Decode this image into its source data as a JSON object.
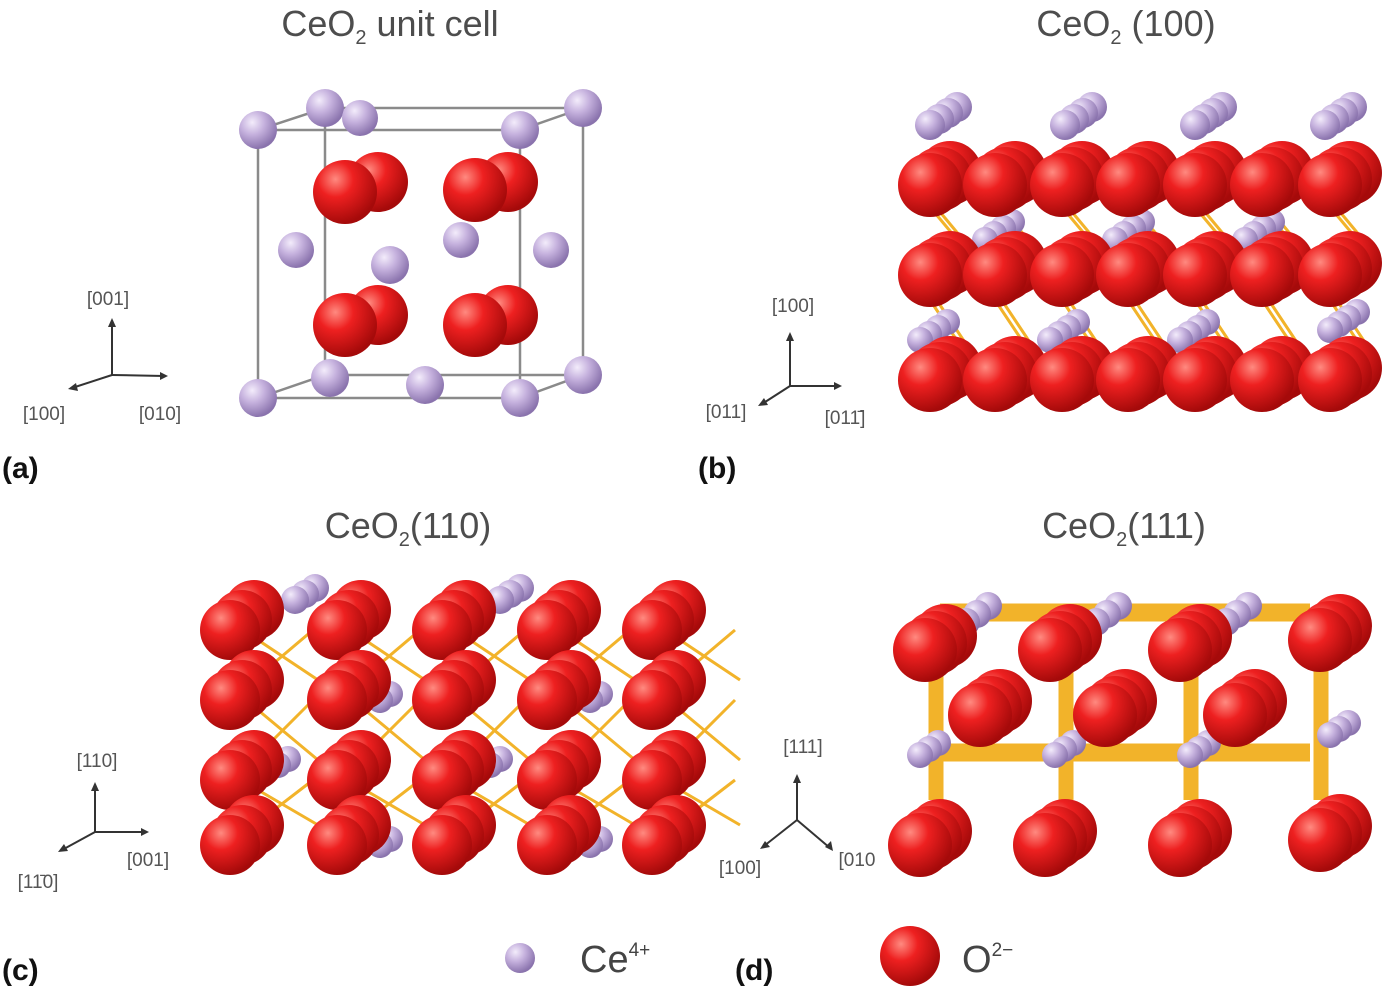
{
  "panels": [
    {
      "id": "a",
      "label": "(a)",
      "title_main": "CeO",
      "title_sub": "2",
      "title_rest": " unit cell",
      "axes": {
        "up": "[001]",
        "left": "[100]",
        "right": "[010]"
      }
    },
    {
      "id": "b",
      "label": "(b)",
      "title_main": "CeO",
      "title_sub": "2",
      "title_rest": " (100)",
      "axes": {
        "up": "[100]",
        "left": "[011]",
        "right": "[011̄]"
      }
    },
    {
      "id": "c",
      "label": "(c)",
      "title_main": "CeO",
      "title_sub": "2",
      "title_rest": "(110)",
      "axes": {
        "up": "[110]",
        "left": "[11̄0]",
        "right": "[001]"
      }
    },
    {
      "id": "d",
      "label": "(d)",
      "title_main": "CeO",
      "title_sub": "2",
      "title_rest": "(111)",
      "axes": {
        "up": "[111]",
        "left": "[100]",
        "right": "[010"
      }
    }
  ],
  "legend": {
    "ce": {
      "base": "Ce",
      "sup": "4+",
      "color": "#b9a2d6"
    },
    "o": {
      "base": "O",
      "sup": "2−",
      "color": "#e01818"
    }
  },
  "colors": {
    "cerium": "#b9a2d6",
    "oxygen": "#e01818",
    "bond": "#f2b32a"
  }
}
